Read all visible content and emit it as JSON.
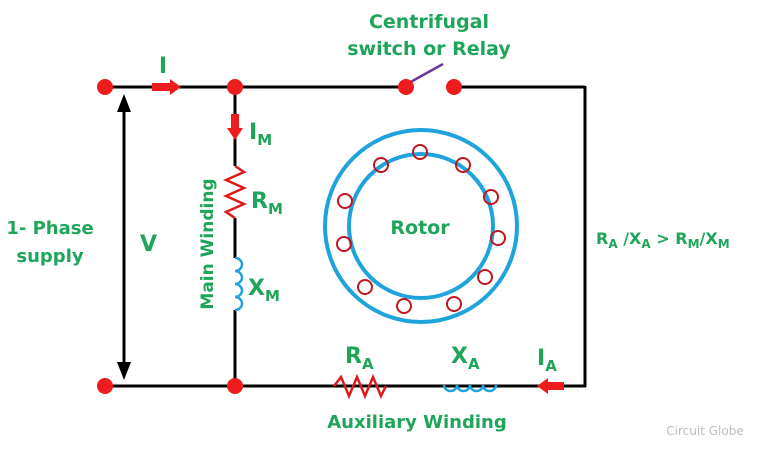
{
  "title": "Split-phase induction motor circuit",
  "colors": {
    "wire": "#000000",
    "node": "#ee1c1c",
    "label": "#1ea55a",
    "rotor": "#1fa3dd",
    "slot": "#c0161c",
    "inductor": "#1fa3dd",
    "resistor": "#dd1a1a",
    "switch_arm": "#6a3a9a",
    "watermark": "#bdbdbd"
  },
  "labels": {
    "current_total": "I",
    "current_main": "I",
    "current_main_sub": "M",
    "current_aux": "I",
    "current_aux_sub": "A",
    "switch_line1": "Centrifugal",
    "switch_line2": "switch or Relay",
    "supply_line1": "1- Phase",
    "supply_line2": "supply",
    "voltage": "V",
    "main_winding": "Main Winding",
    "r_main": "R",
    "r_main_sub": "M",
    "x_main": "X",
    "x_main_sub": "M",
    "rotor": "Rotor",
    "r_aux": "R",
    "r_aux_sub": "A",
    "x_aux": "X",
    "x_aux_sub": "A",
    "aux_winding": "Auxiliary Winding",
    "ratio": {
      "r_a": "R",
      "r_a_sub": "A",
      "slash1": " /",
      "x_a": "X",
      "x_a_sub": "A",
      "gt": " > ",
      "r_m": "R",
      "r_m_sub": "M",
      "slash2": "/",
      "x_m": "X",
      "x_m_sub": "M"
    },
    "watermark": "Circuit Globe"
  },
  "rotor_slot_count": 11
}
